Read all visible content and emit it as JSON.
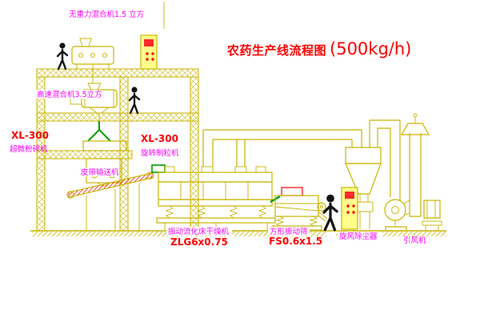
{
  "title": {
    "text": "农药生产线流程图",
    "capacity": "(500kg/h)"
  },
  "labels": {
    "top_mixer": "无重力混合机1.5 立方",
    "floor2_mixer": "高速混合机3.5立方",
    "left_machine_model": "XL-300",
    "left_machine_name": "超微粉碎机",
    "center_machine_model": "XL-300",
    "center_machine_name": "旋转制粒机",
    "belt_conveyor": "皮带输送机",
    "dryer_name": "振动流化床干燥机",
    "dryer_model": "ZLG6x0.75",
    "sieve_name": "方形振动筛",
    "sieve_model": "FS0.6x1.5",
    "cyclone_name": "旋风除尘器",
    "fan_name": "引风机"
  },
  "icons": {
    "operator_figure": "person-silhouette",
    "control_cabinet": "yellow-panel-with-red-buttons"
  },
  "colors": {
    "background": "#ffffff",
    "structure_line": "#c9b400",
    "accent_green": "#009b00",
    "hatch_red": "#ff0000",
    "label_magenta": "#ff00ff",
    "label_red": "#ff0000",
    "cabinet_fill": "#ffff8c",
    "figure": "#141414"
  }
}
